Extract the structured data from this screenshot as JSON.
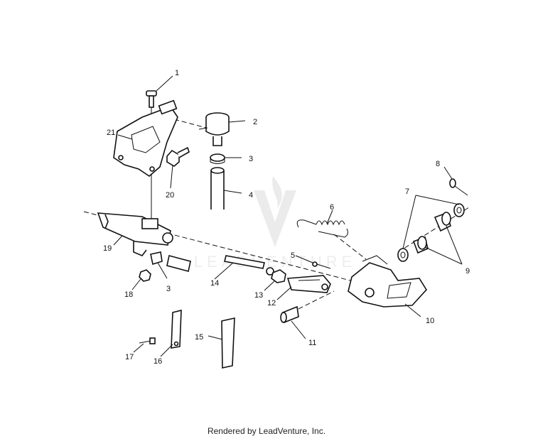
{
  "diagram": {
    "callouts": [
      "1",
      "2",
      "3",
      "4",
      "5",
      "6",
      "7",
      "8",
      "9",
      "10",
      "11",
      "12",
      "13",
      "14",
      "15",
      "16",
      "17",
      "18",
      "19",
      "20",
      "21",
      "3"
    ]
  },
  "watermark": {
    "text": "LEADVENTURE"
  },
  "footer": {
    "text": "Rendered by LeadVenture, Inc."
  }
}
